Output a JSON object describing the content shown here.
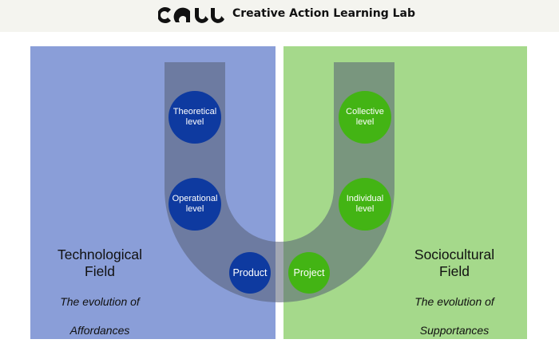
{
  "header": {
    "logo_text": "CALL",
    "title": "Creative Action Learning Lab"
  },
  "colors": {
    "header_bg": "#f4f4ef",
    "technological_field": "#8a9ed8",
    "sociocultural_field": "#a5d98b",
    "u_shape": "#555f74",
    "blue_node": "#0e3aa0",
    "green_node": "#43b414"
  },
  "fields": {
    "technological": {
      "name_line1": "Technological",
      "name_line2": "Field",
      "subtitle_line1": "The evolution of",
      "subtitle_line2": "Affordances"
    },
    "sociocultural": {
      "name_line1": "Sociocultural",
      "name_line2": "Field",
      "subtitle_line1": "The evolution of",
      "subtitle_line2": "Supportances"
    }
  },
  "nodes": {
    "theoretical": {
      "line1": "Theoretical",
      "line2": "level"
    },
    "operational": {
      "line1": "Operational",
      "line2": "level"
    },
    "product": {
      "label": "Product"
    },
    "collective": {
      "line1": "Collective",
      "line2": "level"
    },
    "individual": {
      "line1": "Individual",
      "line2": "level"
    },
    "project": {
      "label": "Project"
    }
  }
}
